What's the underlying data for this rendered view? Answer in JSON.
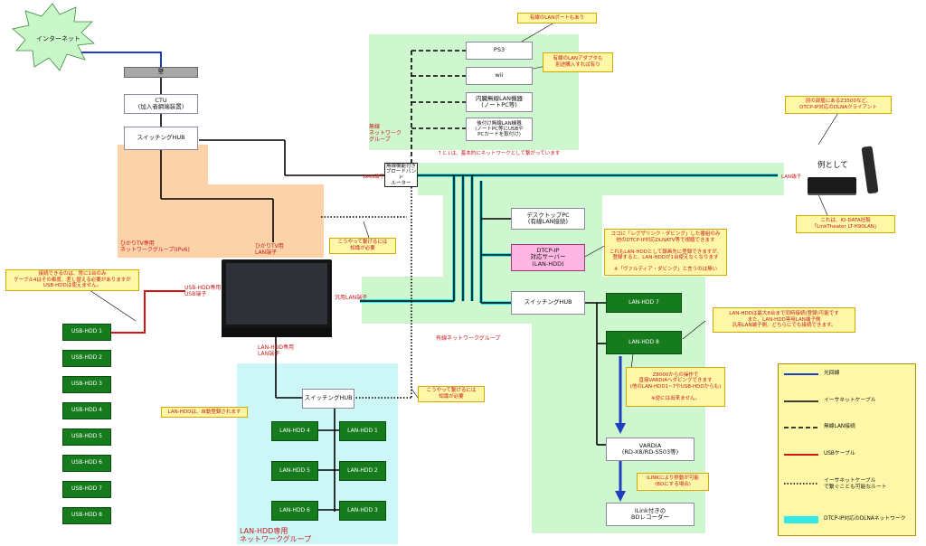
{
  "internet": {
    "label": "インターネット"
  },
  "nodes": {
    "wall": "壁",
    "ctu": "CTU\n(加入者網端装置)",
    "hub_top": "スイッチングHUB",
    "router": "無線機能付き\nブロードバンド\nルーター",
    "ps3": "PS3",
    "wii": "wii",
    "wlan_builtin": "内臓無線LAN機器\n(ノートPC等)",
    "wlan_external": "後付け無線LAN機器\n(ノートPC等にUSBや\nPCカードを取付け)",
    "desktop": "デスクトップPC\n(有線LAN接続)",
    "dtcp_server": "DTCP-IP\n対応サーバー\n(LAN-HDD)",
    "hub_mid": "スイッチングHUB",
    "hub_bottom": "スイッチングHUB",
    "vardia": "VARDIA\n(RD-X8/RD-S503等)",
    "bd_recorder": "iLink付きの\nBDレコーダー",
    "lan_hdd_7_mid": "LAN-HDD 7",
    "lan_hdd_8_mid": "LAN-HDD 8",
    "lan_hdd_grid": [
      "LAN-HDD 4",
      "LAN-HDD 1",
      "LAN-HDD 5",
      "LAN-HDD 2",
      "LAN-HDD 6",
      "LAN-HDD 3"
    ],
    "usb_hdd": [
      "USB-HDD 1",
      "USB-HDD 2",
      "USB-HDD 3",
      "USB-HDD 4",
      "USB-HDD 5",
      "USB-HDD 6",
      "USB-HDD 7",
      "USB-HDD 8"
    ]
  },
  "labels": {
    "wireless_group": "無線\nネットワーク\nグループ",
    "hikari_group": "ひかりTV専用\nネットワークグループ(IPv6)",
    "wired_group": "有線ネットワークグループ",
    "lanhdd_group": "LAN-HDD専用\nネットワークグループ",
    "wan_port": "WAN端子",
    "lan_port_right": "LAN端子",
    "hikari_lan_port": "ひかりTV用\nLAN端子",
    "usb_port": "USB-HDD専用\nUSB端子",
    "general_lan_port": "汎用LAN端子",
    "lanhdd_port": "LAN-HDD専用\nLAN端子",
    "example": "例として",
    "connected_note": "↑と↓は、基本的にネットワークとして繋がっています"
  },
  "notes": {
    "ps3_note": "有線のLANポートもあり",
    "wii_note": "有線のLANアダプタも\n別途購入すれば有り",
    "linktheater_top": "別の部屋にあるZ3500など、\nDTCP-IP対応のDLNAクライアント",
    "linktheater_bottom": "これは、IO-DATA社製\n「LinkTheater LT-H90LAN」",
    "hikari_router_note": "こうやって繋げるには\n知識が必要",
    "usb_note": "接続できるのは、常に1台のみ\nケーブル4はその都度、差し替える必要がありますが\nUSB-HDDは使えません。",
    "dtcp_note": "ココに「レグザリンク・ダビング」した番組のみ\n他のDTCP-IP対応DLNATV等で視聴できます\n\nこれもLAN-HDDとして録画先に登録できますが、\n登録すると、LAN-HDDが1台使えなくなります\n\n※「ヴァルディア・ダビング」と言うのは無い",
    "lanhdd8_note": "LAN-HDDは最大8台まで同時接続(登録)可能です\nまた、LAN-HDD専用LAN端子側\n汎用LAN端子側、どちらにでも接続できます。",
    "z8000_note": "Z8000からの操作で\n直接VARDIAへダビングできます\n(他のLAN-HDD1~7やUSB-HDDからも)\n\n※逆には出来ません。",
    "lanhdd_auto_note": "LAN-HDDは、自動登録されます",
    "hub_knowledge_note": "こうやって繋げるには\n知識が必要",
    "ilink_note": "iLINKにより移動が可能\n(BDにする場合)"
  },
  "legend": {
    "items": [
      {
        "label": "光回線",
        "color": "#1f3fc2"
      },
      {
        "label": "イーサネットケーブル",
        "color": "#000000"
      },
      {
        "label": "無線LAN接続",
        "color": "#000000"
      },
      {
        "label": "USBケーブル",
        "color": "#d01515"
      },
      {
        "label": "イーサネットケーブル\nで繋ぐことも可能なルート",
        "color": "#000000"
      },
      {
        "label": "DTCP-IP対応のDLNAネットワーク",
        "color": "#33e8e8"
      }
    ]
  },
  "colors": {
    "wireless_zone": "#cff7cf",
    "hikari_zone": "#fcd3a8",
    "wired_zone": "#cff7cf",
    "lanhdd_zone": "#cdf7f7",
    "dlna_line": "#33e8e8",
    "fiber": "#1f3fc2",
    "usb": "#d01515",
    "lanhdd_box": "#157b1c"
  }
}
